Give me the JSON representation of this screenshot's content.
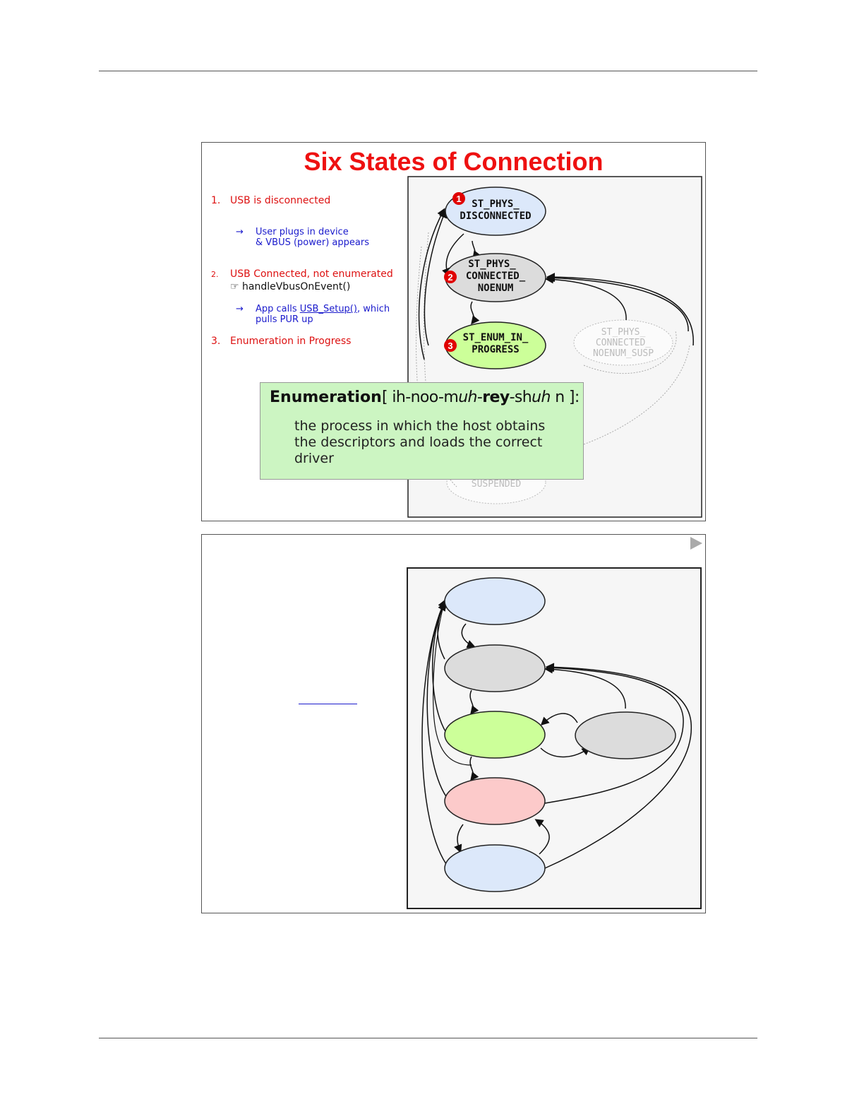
{
  "slide1": {
    "title": "Six States of Connection",
    "items": [
      {
        "num": "1.",
        "text": "USB is disconnected"
      },
      {
        "num": "2.",
        "text": "USB Connected, not enumerated"
      },
      {
        "num": "3.",
        "text": "Enumeration in Progress"
      }
    ],
    "sub1": {
      "arrow": "→",
      "line1": "User plugs in device",
      "line2": "& VBUS (power) appears"
    },
    "handler": {
      "icon": "☞",
      "text": "handleVbusOnEvent()"
    },
    "sub2": {
      "arrow": "→",
      "prefix": "App calls ",
      "link": "USB_Setup()",
      "suffix": ", which",
      "line2": "pulls PUR up"
    },
    "states": [
      {
        "line1": "ST_PHYS_",
        "line2": "DISCONNECTED",
        "badge": "1"
      },
      {
        "line1": "ST_PHYS_",
        "line2": "CONNECTED_",
        "line3": "NOENUM",
        "badge": "2"
      },
      {
        "line1": "ST_ENUM_IN_",
        "line2": "PROGRESS",
        "badge": "3"
      }
    ],
    "ghost_state": {
      "line1": "ST_PHYS_",
      "line2": "CONNECTED_",
      "line3": "NOENUM_SUSP"
    },
    "ghost_bottom": "SUSPENDED",
    "definition": {
      "word": "Enumeration",
      "pron_open": "[ ih-noo-m",
      "pron_italic1": "uh",
      "pron_mid": "-",
      "pron_bold": "rey",
      "pron_sh": "-sh",
      "pron_italic2": "uh",
      "pron_close": " n ]:",
      "text": "the process in which the host obtains the descriptors and loads the correct driver"
    }
  },
  "colors": {
    "title_red": "#ee1111",
    "link_blue": "#1a1acc",
    "state_disconnected": "#dce8fa",
    "state_connected": "#dcdcdc",
    "state_enum": "#ccff99",
    "state_error": "#fccaca",
    "definition_bg": "#ccf5c2"
  }
}
